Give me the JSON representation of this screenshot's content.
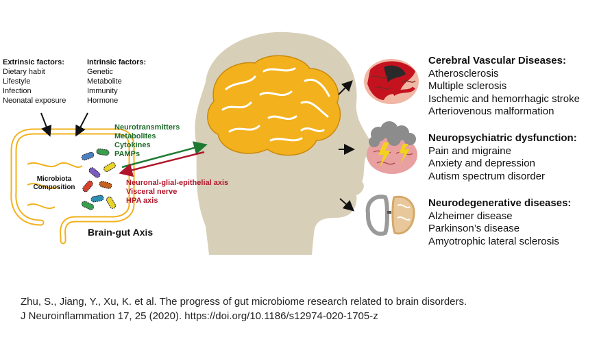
{
  "extrinsic": {
    "title": "Extrinsic factors:",
    "items": [
      "Dietary habit",
      "Lifestyle",
      "Infection",
      "Neonatal exposure"
    ]
  },
  "intrinsic": {
    "title": "Intrinsic factors:",
    "items": [
      "Genetic",
      "Metabolite",
      "Immunity",
      "Hormone"
    ]
  },
  "gut_to_brain": [
    "Neurotransmitters",
    "Metabolites",
    "Cytokines",
    "PAMPs"
  ],
  "brain_to_gut": [
    "Neuronal-glial-epithelial axis",
    "Visceral nerve",
    "HPA axis"
  ],
  "microbiota_label": [
    "Microbiota",
    "Composition"
  ],
  "axis_label": "Brain-gut Axis",
  "diseases": [
    {
      "title": "Cerebral Vascular Diseases:",
      "items": [
        "Atherosclerosis",
        "Multiple sclerosis",
        "Ischemic and hemorrhagic stroke",
        "Arteriovenous malformation"
      ]
    },
    {
      "title": "Neuropsychiatric dysfunction:",
      "items": [
        "Pain and migraine",
        "Anxiety and depression",
        "Autism spectrum disorder"
      ]
    },
    {
      "title": "Neurodegenerative diseases:",
      "items": [
        "Alzheimer disease",
        "Parkinson’s disease",
        "Amyotrophic lateral sclerosis"
      ]
    }
  ],
  "citation": {
    "line1": "Zhu, S., Jiang, Y., Xu, K. et al. The progress of gut microbiome research related to brain disorders.",
    "line2": "J Neuroinflammation 17, 25 (2020). https://doi.org/10.1186/s12974-020-1705-z"
  },
  "colors": {
    "head": "#d8cfb8",
    "brain": "#f2b11d",
    "gut": "#f2b11d",
    "green_arrow": "#1e7a33",
    "red_arrow": "#b0162a"
  },
  "icons": [
    "down-arrow-icon",
    "up-right-arrow-icon",
    "right-arrow-icon",
    "down-right-arrow-icon",
    "stroke-brain-icon",
    "storm-brain-icon",
    "atrophy-brain-icon",
    "bacteria-icon"
  ]
}
